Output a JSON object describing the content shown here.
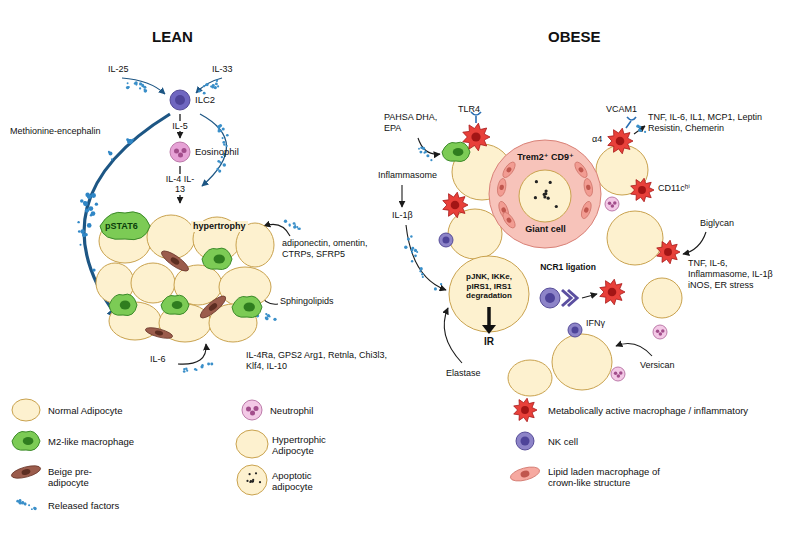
{
  "diagram": {
    "nodes": [
      {
        "text": [
          "ILC2"
        ]
      },
      {
        "text": [
          "Eosinophil"
        ]
      },
      {
        "text": [
          "pSTAT6",
          "hypertrophy"
        ]
      },
      {
        "text": [
          "Trem2⁺ CD9⁺",
          "Giant cell"
        ]
      },
      {
        "text": [
          "pJNK, IKKe, pIRS1, IRS1 degradation",
          "IR"
        ]
      },
      {
        "text": [
          "NCR1 ligation"
        ]
      }
    ],
    "edges": [
      {
        "from": 0,
        "to": 1,
        "label": "IL-5",
        "arrow": "to"
      },
      {
        "from": 1,
        "to": 2,
        "label": "IL-4 IL-13",
        "arrow": "to"
      }
    ],
    "labels": [
      "LEAN",
      "OBESE",
      "IL-25",
      "IL-33",
      "Methionine-encephalin",
      "adiponectin, omentin, CTRPs, SFRP5",
      "Sphingolipids",
      "IL-4Ra, GPS2 Arg1, Retnla, Chi3l3, Klf4, IL-10",
      "IL-6",
      "PAHSA DHA, EPA",
      "TLR4",
      "VCAM1",
      "α4",
      "TNF, IL-6, IL1, MCP1, Leptin Resistin, Chemerin",
      "CD11cʰⁱ",
      "Inflammasome",
      "IL-1β",
      "Biglycan",
      "TNF, IL-6, Inflammasome, IL-1β iNOS, ER stress",
      "IFNγ",
      "Elastase",
      "Versican"
    ],
    "legend": [
      {
        "text": "Normal Adipocyte"
      },
      {
        "text": "Neutrophil"
      },
      {
        "text": "Metabolically active macrophage / inflammatory"
      },
      {
        "text": "M2-like macrophage"
      },
      {
        "text": "Hypertrophic Adipocyte"
      },
      {
        "text": "NK cell"
      },
      {
        "text": "Beige pre-adipocyte"
      },
      {
        "text": "Apoptotic adipocyte"
      },
      {
        "text": "Lipid laden macrophage of crown-like structure"
      },
      {
        "text": "Released factors"
      }
    ]
  }
}
